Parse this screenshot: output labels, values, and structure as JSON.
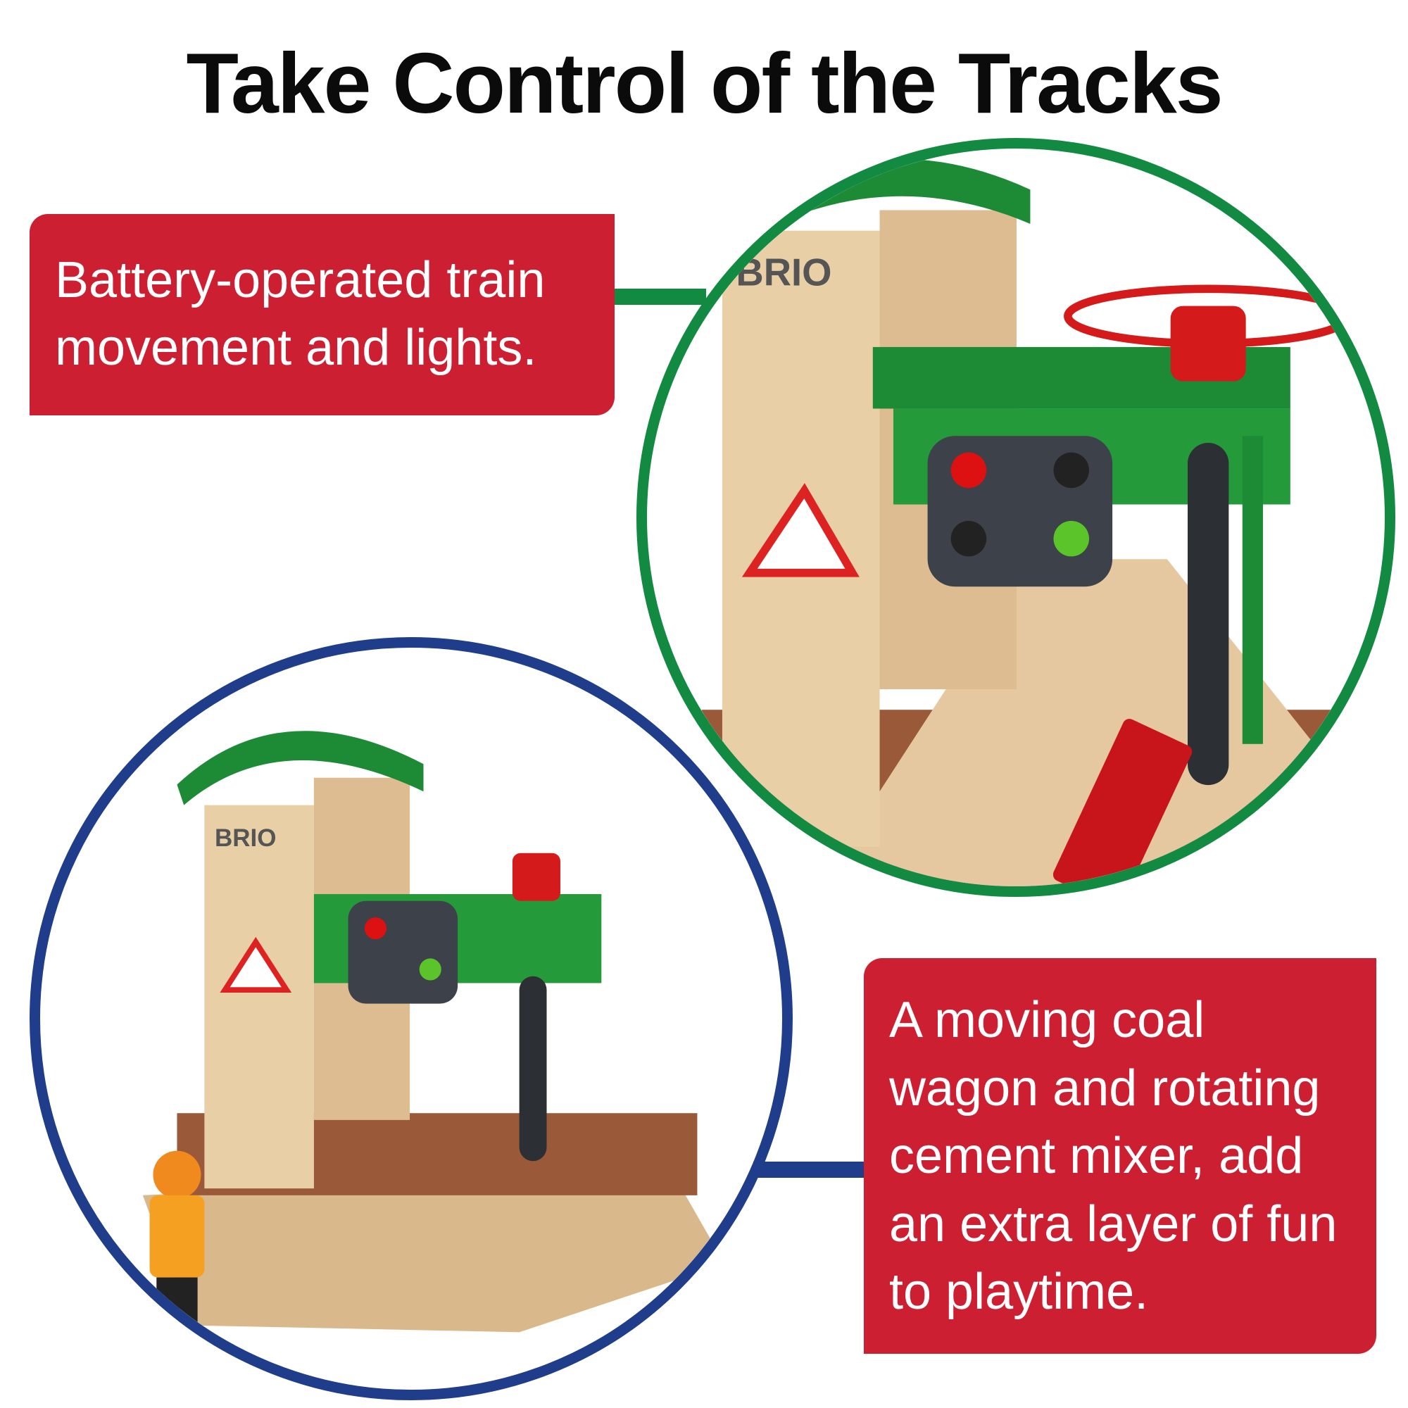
{
  "title": "Take Control of the Tracks",
  "callouts": [
    {
      "lines": [
        "Battery-operated train",
        "movement and lights."
      ]
    },
    {
      "lines": [
        "A moving coal",
        "wagon and rotating",
        "cement mixer, add",
        "an extra layer of fun",
        "to playtime."
      ]
    }
  ],
  "product_logo": "BRIO",
  "colors": {
    "callout": "#cc1f31",
    "green_ring": "#138a42",
    "blue_ring": "#1f3d8a"
  }
}
